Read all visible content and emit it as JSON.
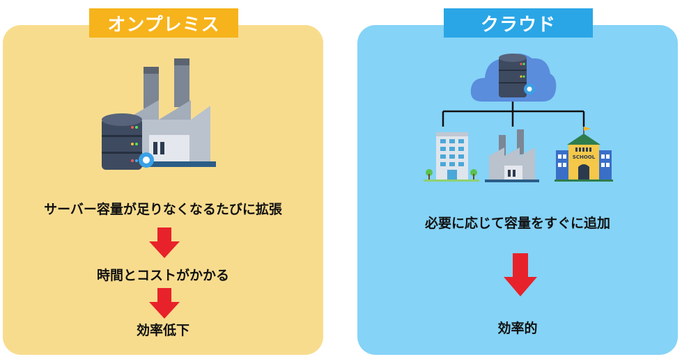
{
  "onprem": {
    "title": "オンプレミス",
    "steps": [
      "サーバー容量が足りなくなるたびに拡張",
      "時間とコストがかかる",
      "効率低下"
    ]
  },
  "cloud": {
    "title": "クラウド",
    "school_sign": "SCHOOL",
    "steps": [
      "必要に応じて容量をすぐに追加",
      "効率的"
    ]
  },
  "colors": {
    "onprem_bg": "#f8dc8e",
    "onprem_header": "#f6b31b",
    "cloud_bg": "#85d3f7",
    "cloud_header": "#2aa6e6",
    "arrow": "#e8222a"
  },
  "icons": [
    "factory-server-icon",
    "cloud-server-icon",
    "office-building-icon",
    "factory-icon",
    "school-icon",
    "gear-icon",
    "arrow-down-icon"
  ]
}
